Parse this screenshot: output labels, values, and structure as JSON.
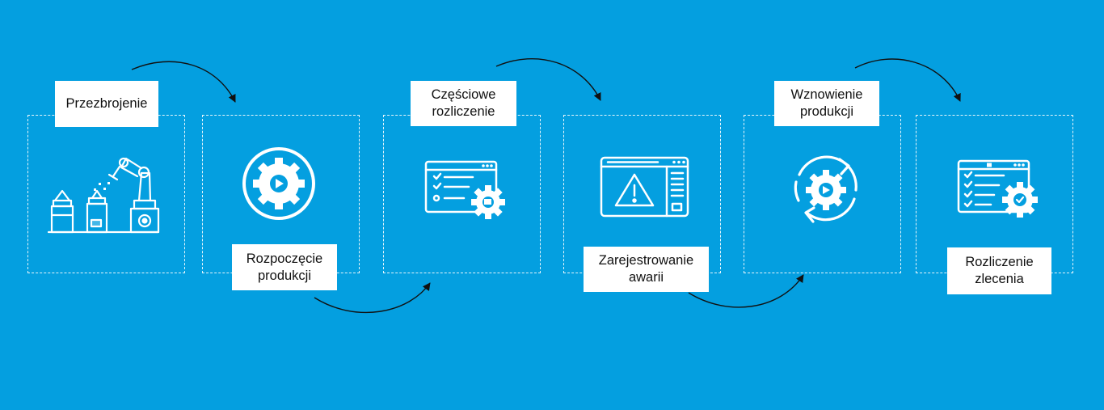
{
  "diagram": {
    "background_color": "#049fe0",
    "line_color": "#ffffff",
    "arrow_color": "#111111",
    "steps": [
      {
        "label": "Przezbrojenie",
        "icon": "factory-robot-arm-icon"
      },
      {
        "label": "Rozpoczęcie\nprodukcji",
        "icon": "gear-play-icon"
      },
      {
        "label": "Częściowe\nrozliczenie",
        "icon": "checklist-window-gear-icon"
      },
      {
        "label": "Zarejestrowanie\nawarii",
        "icon": "warning-window-icon"
      },
      {
        "label": "Wznowienie\nprodukcji",
        "icon": "gear-refresh-icon"
      },
      {
        "label": "Rozliczenie\nzlecenia",
        "icon": "checklist-gear-check-icon"
      }
    ]
  }
}
